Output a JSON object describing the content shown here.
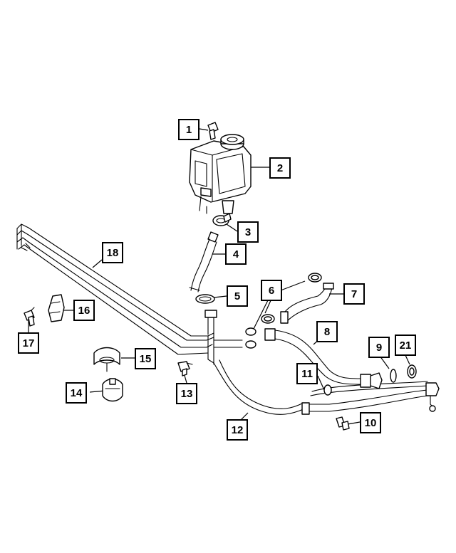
{
  "callouts": [
    {
      "id": "c1",
      "label": "1"
    },
    {
      "id": "c2",
      "label": "2"
    },
    {
      "id": "c3",
      "label": "3"
    },
    {
      "id": "c4",
      "label": "4"
    },
    {
      "id": "c5",
      "label": "5"
    },
    {
      "id": "c6",
      "label": "6"
    },
    {
      "id": "c7",
      "label": "7"
    },
    {
      "id": "c8",
      "label": "8"
    },
    {
      "id": "c9",
      "label": "9"
    },
    {
      "id": "c10",
      "label": "10"
    },
    {
      "id": "c11",
      "label": "11"
    },
    {
      "id": "c12",
      "label": "12"
    },
    {
      "id": "c13",
      "label": "13"
    },
    {
      "id": "c14",
      "label": "14"
    },
    {
      "id": "c15",
      "label": "15"
    },
    {
      "id": "c16",
      "label": "16"
    },
    {
      "id": "c17",
      "label": "17"
    },
    {
      "id": "c18",
      "label": "18"
    },
    {
      "id": "c21",
      "label": "21"
    }
  ]
}
